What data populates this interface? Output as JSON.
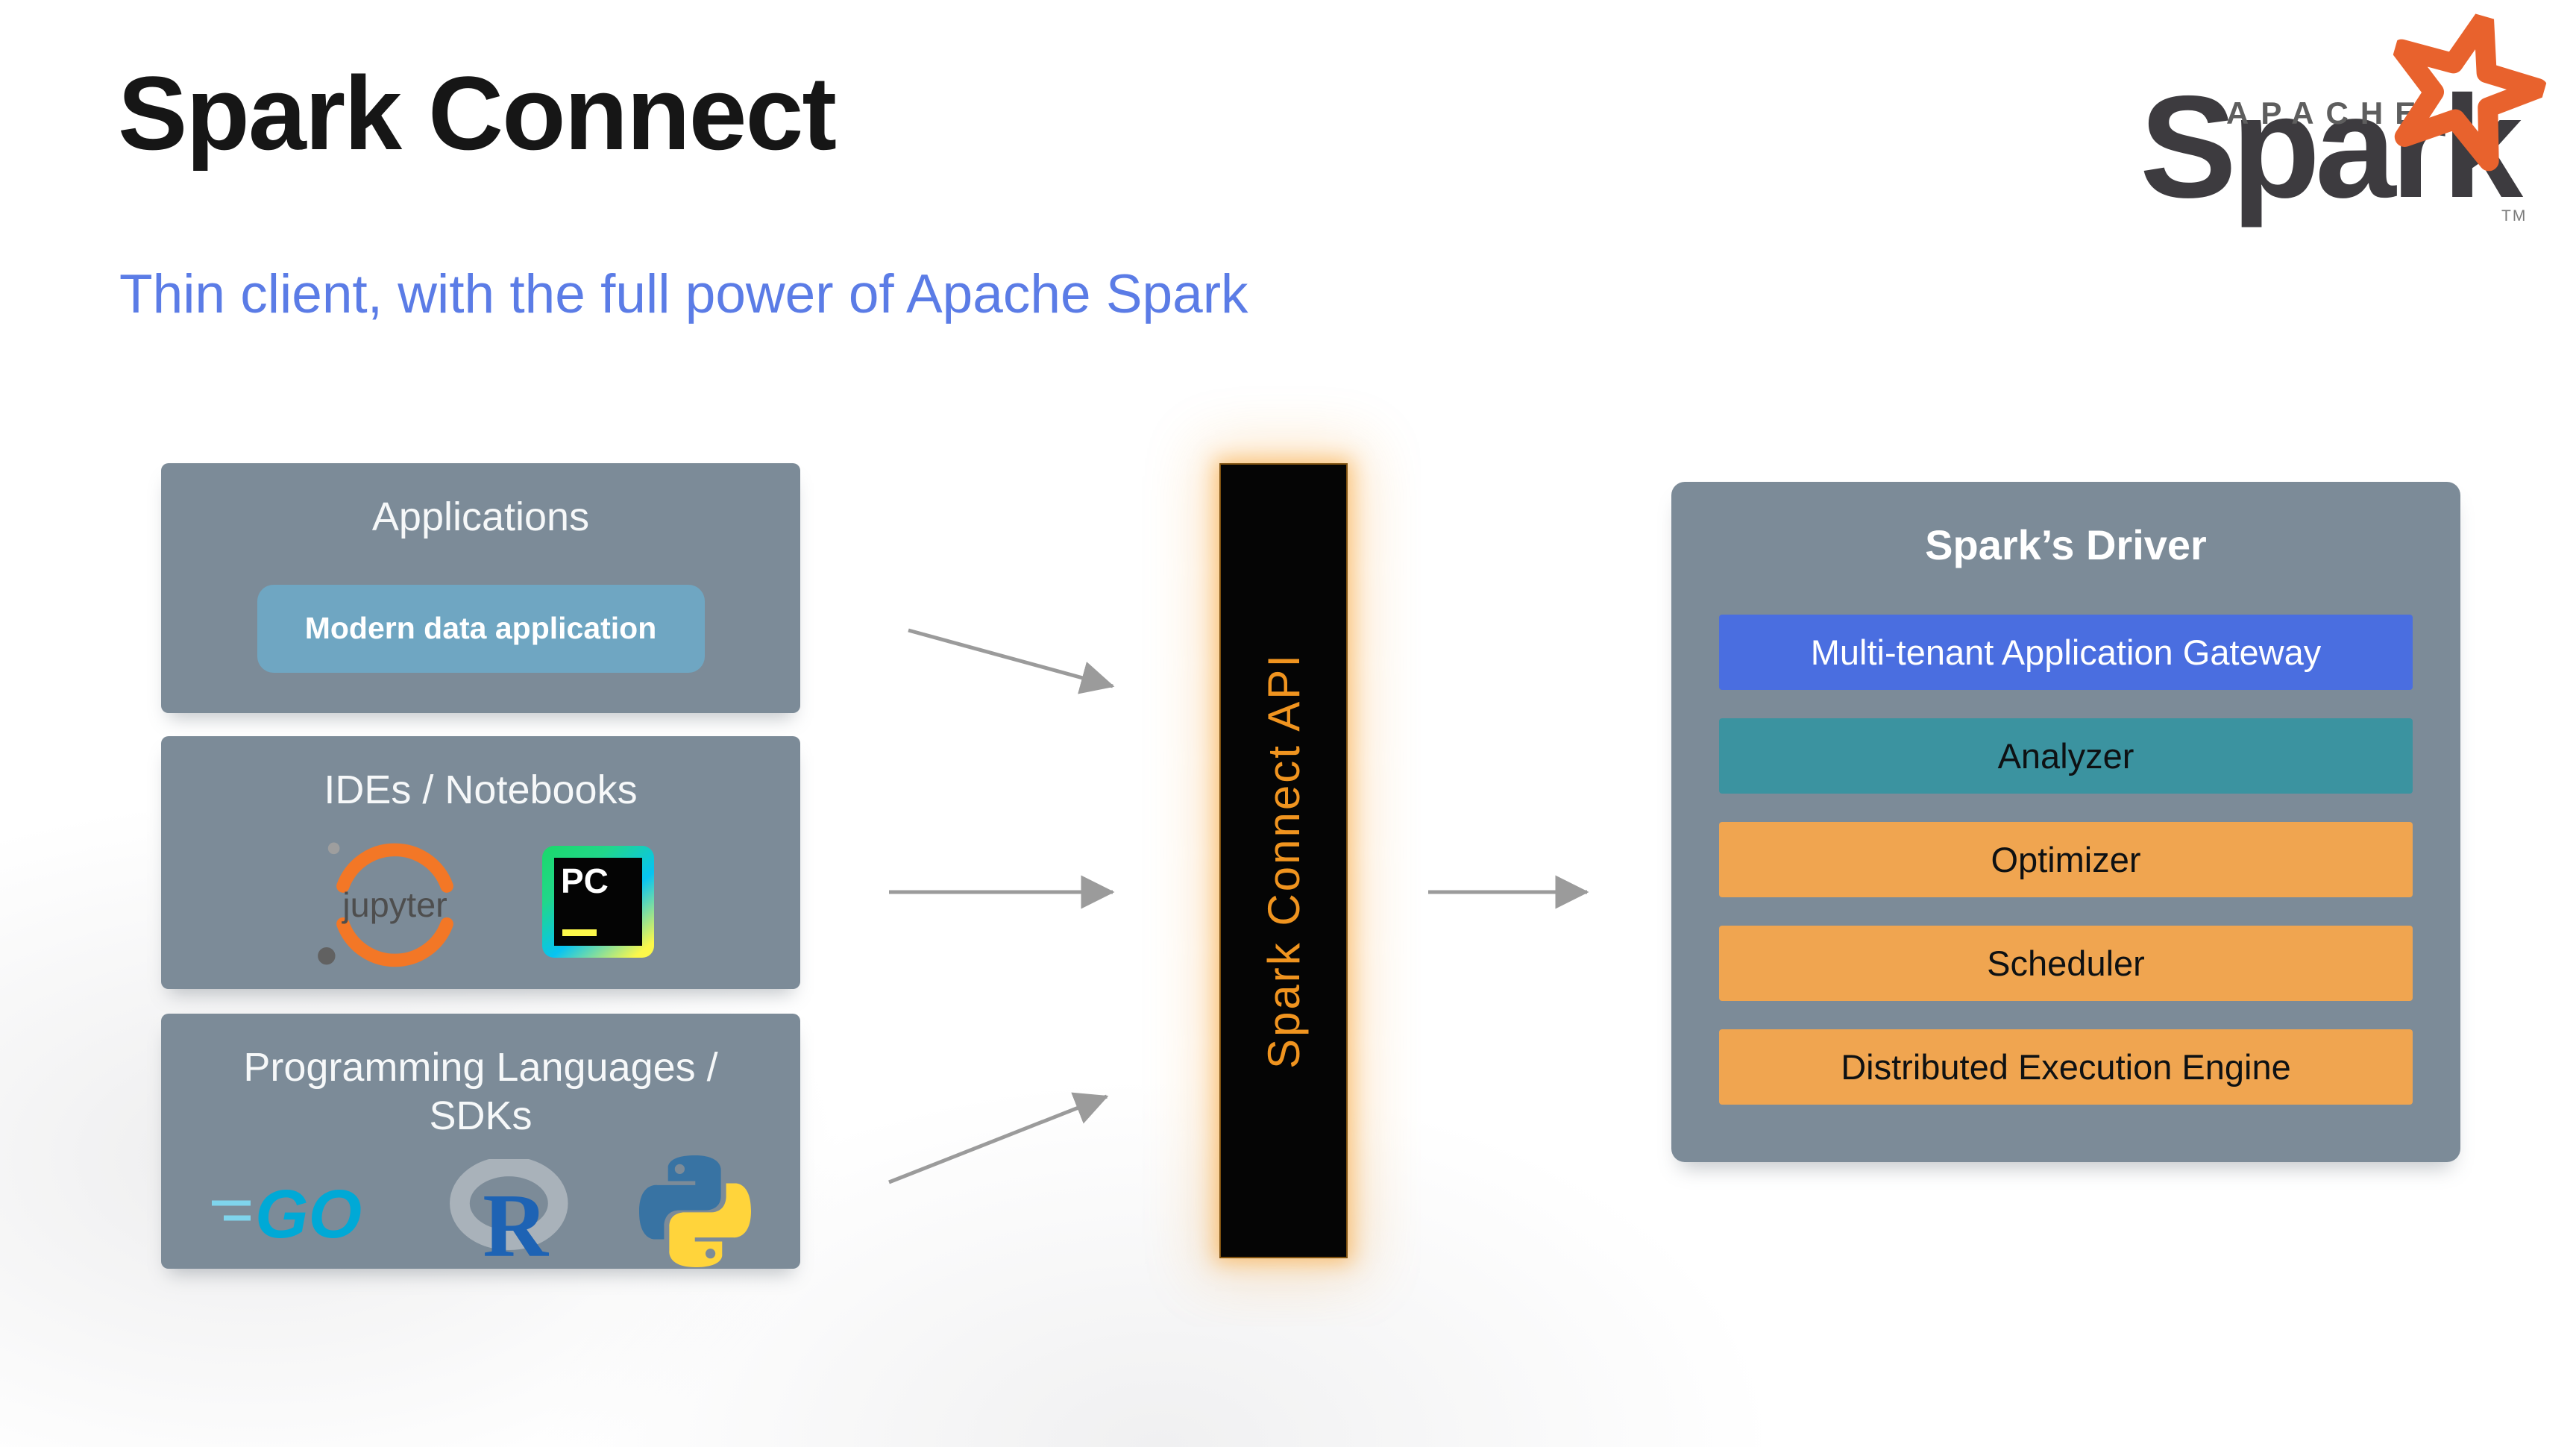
{
  "slide": {
    "title": "Spark Connect",
    "subtitle": "Thin client, with the full power of Apache Spark"
  },
  "spark_logo": {
    "apache": "APACHE",
    "wordmark": "Spark",
    "tm": "TM"
  },
  "sources": [
    {
      "title": "Applications",
      "item": "Modern data application"
    },
    {
      "title": "IDEs / Notebooks",
      "jupyter_label": "jupyter",
      "pycharm_label": "PC"
    },
    {
      "title": "Programming Languages / SDKs",
      "go_label": "GO",
      "r_label": "R"
    }
  ],
  "connector": {
    "label": "Spark Connect API"
  },
  "driver": {
    "title": "Spark’s Driver",
    "components": [
      {
        "label": "Multi-tenant Application Gateway"
      },
      {
        "label": "Analyzer"
      },
      {
        "label": "Optimizer"
      },
      {
        "label": "Scheduler"
      },
      {
        "label": "Distributed Execution Engine"
      }
    ]
  },
  "icons": {
    "spark-star-icon": "orange 5-point star outline",
    "jupyter-logo-icon": "orange ring arcs with moons",
    "pycharm-logo-icon": "gradient square with PC",
    "go-logo-icon": "cyan GO with speed lines",
    "r-logo-icon": "blue R over gray ring",
    "python-logo-icon": "blue and yellow snakes",
    "arrow-icon": "gray right arrow"
  },
  "colors": {
    "subtitle_blue": "#5b7ce6",
    "box_gray": "#7c8b98",
    "button_blue": "#6fa6c2",
    "gateway_blue": "#4a6ee0",
    "analyzer_teal": "#3b93a0",
    "component_orange": "#f0a550",
    "connector_text_orange": "#f0941f",
    "spark_star_orange": "#e8622d",
    "arrow_gray": "#9b9b9b"
  }
}
